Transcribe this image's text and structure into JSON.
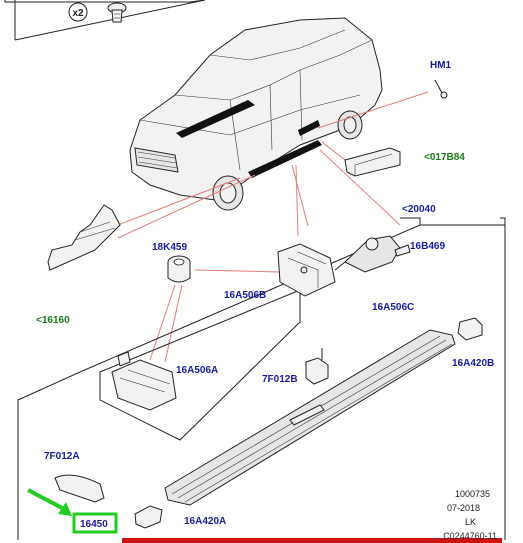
{
  "qty_label": "x2",
  "callouts": {
    "hm1": "HM1",
    "c017b84": "<017B84",
    "c20040": "<20040",
    "c18k459": "18K459",
    "c16b469": "16B469",
    "c16a506b": "16A506B",
    "c16a506c": "16A506C",
    "c16160": "<16160",
    "c16a506a": "16A506A",
    "c7f012b": "7F012B",
    "c16a420b": "16A420B",
    "c7f012a": "7F012A",
    "c16450": "16450",
    "c16a420a": "16A420A"
  },
  "footer": {
    "code1": "1000735",
    "date": "07-2018",
    "initials": "LK",
    "ref": "C0244760-11"
  },
  "colors": {
    "callout_blue": "#1a1aa8",
    "callout_green": "#1a7a1a",
    "highlight": "#22cc22",
    "leader_red": "#e87a7a",
    "bar_red": "#cc1111"
  }
}
